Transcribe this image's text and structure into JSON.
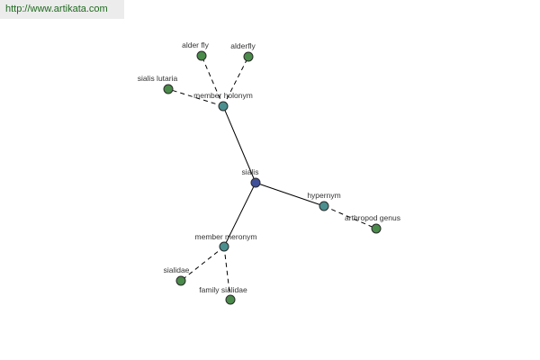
{
  "banner": {
    "url": "http://www.artikata.com"
  },
  "colors": {
    "center": "#3f4f9a",
    "relation": "#4b8f8f",
    "leaf": "#4a8a4a"
  },
  "graph": {
    "nodes": [
      {
        "id": "sialis",
        "label": "sialis",
        "kind": "center"
      },
      {
        "id": "member-holonym",
        "label": "member holonym",
        "kind": "relation"
      },
      {
        "id": "hypernym",
        "label": "hypernym",
        "kind": "relation"
      },
      {
        "id": "member-meronym",
        "label": "member meronym",
        "kind": "relation"
      },
      {
        "id": "alder-fly",
        "label": "alder fly",
        "kind": "leaf"
      },
      {
        "id": "alderfly",
        "label": "alderfly",
        "kind": "leaf"
      },
      {
        "id": "sialis-lutaria",
        "label": "sialis lutaria",
        "kind": "leaf"
      },
      {
        "id": "arthropod-genus",
        "label": "arthropod genus",
        "kind": "leaf"
      },
      {
        "id": "sialidae",
        "label": "sialidae",
        "kind": "leaf"
      },
      {
        "id": "family-sialidae",
        "label": "family sialidae",
        "kind": "leaf"
      }
    ],
    "edges": [
      {
        "from": "sialis",
        "to": "member-holonym",
        "style": "solid"
      },
      {
        "from": "sialis",
        "to": "hypernym",
        "style": "solid"
      },
      {
        "from": "sialis",
        "to": "member-meronym",
        "style": "solid"
      },
      {
        "from": "member-holonym",
        "to": "alder-fly",
        "style": "dashed"
      },
      {
        "from": "member-holonym",
        "to": "alderfly",
        "style": "dashed"
      },
      {
        "from": "member-holonym",
        "to": "sialis-lutaria",
        "style": "dashed"
      },
      {
        "from": "hypernym",
        "to": "arthropod-genus",
        "style": "dashed"
      },
      {
        "from": "member-meronym",
        "to": "sialidae",
        "style": "dashed"
      },
      {
        "from": "member-meronym",
        "to": "family-sialidae",
        "style": "dashed"
      }
    ]
  }
}
